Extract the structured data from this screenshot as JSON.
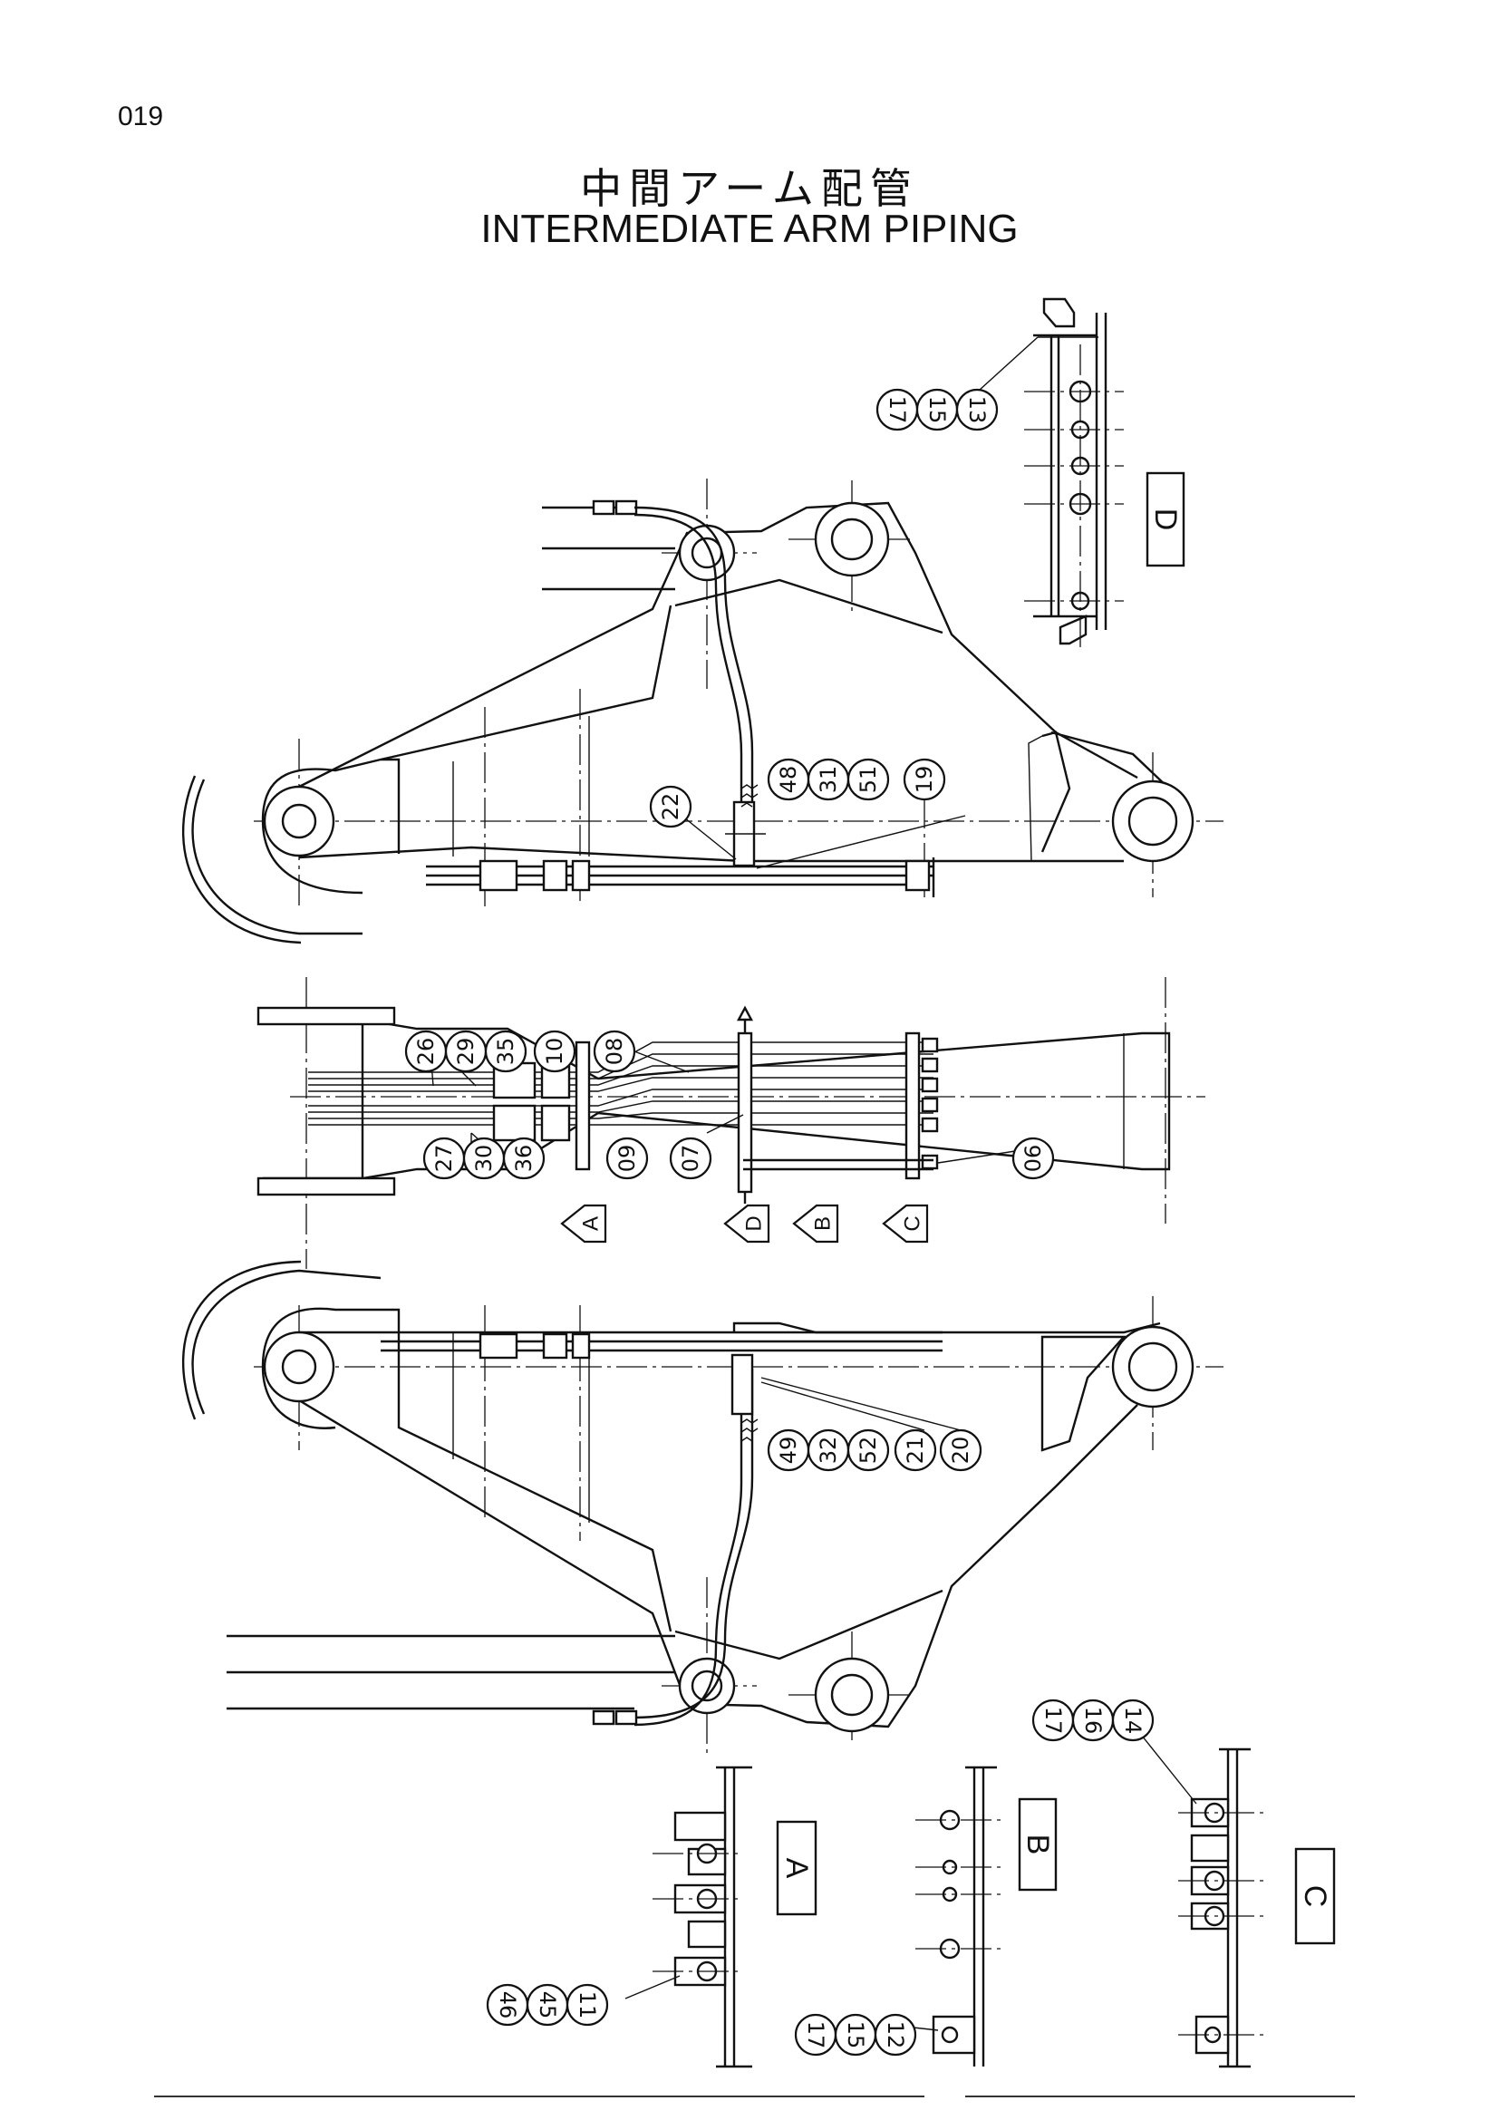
{
  "page_number": "019",
  "title_jp": "中間アーム配管",
  "title_en": "INTERMEDIATE ARM PIPING",
  "views": {
    "A": "A",
    "B": "B",
    "C": "C",
    "D": "D"
  },
  "callouts": {
    "group_top_d": [
      "17",
      "15",
      "13"
    ],
    "group_top_side": [
      "22",
      "48",
      "31",
      "51",
      "19"
    ],
    "group_plan_upper": [
      "26",
      "29",
      "35",
      "10",
      "08"
    ],
    "group_plan_lower": [
      "27",
      "30",
      "36",
      "09",
      "07",
      "06"
    ],
    "group_bottom_side": [
      "49",
      "32",
      "52",
      "21",
      "20"
    ],
    "group_view_a": [
      "46",
      "45",
      "11"
    ],
    "group_view_b": [
      "17",
      "15",
      "12"
    ],
    "group_view_c": [
      "17",
      "16",
      "14"
    ]
  }
}
